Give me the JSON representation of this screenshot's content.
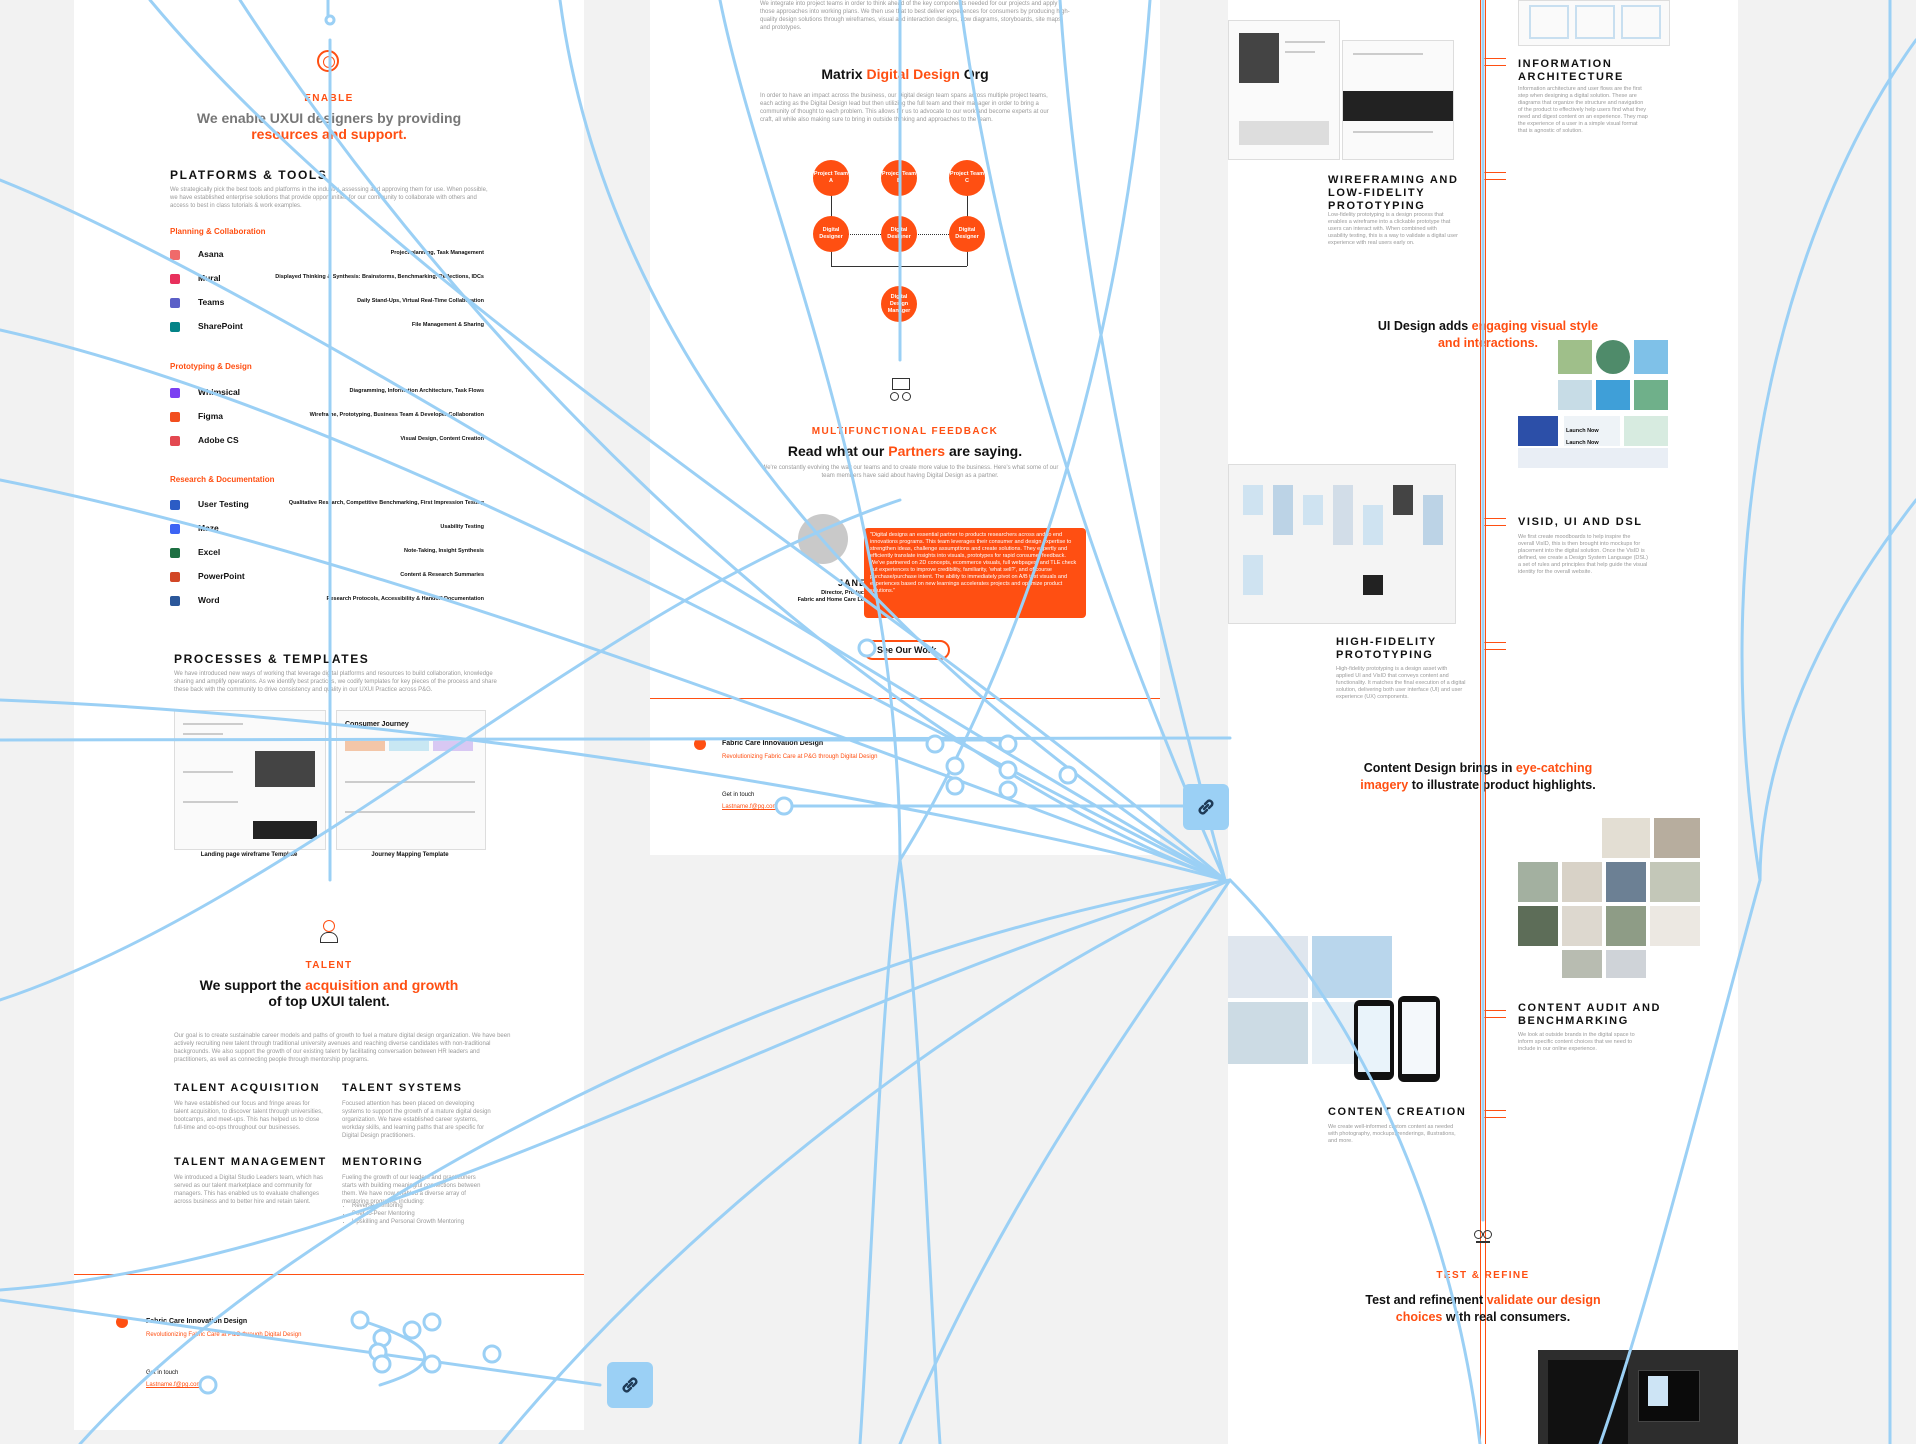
{
  "left_frame": {
    "enable": {
      "eyebrow": "ENABLE",
      "headline_a": "We enable UXUI designers by providing",
      "headline_b": "resources and support."
    },
    "platforms": {
      "title": "PLATFORMS & TOOLS",
      "desc": "We strategically pick the best tools and platforms in the industry, assessing and approving them for use. When possible, we have established enterprise solutions that provide opportunities for our community to collaborate with others and access to best in class tutorials & work examples.",
      "categories": [
        {
          "name": "Planning & Collaboration",
          "tools": [
            {
              "name": "Asana",
              "desc": "Project planning, Task Management",
              "color": "#f06a6a"
            },
            {
              "name": "Mural",
              "desc": "Displayed Thinking & Synthesis: Brainstorms, Benchmarking, Reflections, IDCs",
              "color": "#e8305c"
            },
            {
              "name": "Teams",
              "desc": "Daily Stand-Ups, Virtual Real-Time Collaboration",
              "color": "#5b5fc7"
            },
            {
              "name": "SharePoint",
              "desc": "File Management & Sharing",
              "color": "#038387"
            }
          ]
        },
        {
          "name": "Prototyping & Design",
          "tools": [
            {
              "name": "Whimsical",
              "desc": "Diagramming, Information Architecture, Task Flows",
              "color": "#7b3ff2"
            },
            {
              "name": "Figma",
              "desc": "Wireframe, Prototyping, Business Team & Developer Collaboration",
              "color": "#f24e1e"
            },
            {
              "name": "Adobe CS",
              "desc": "Visual Design, Content Creation",
              "color": "#e34850"
            }
          ]
        },
        {
          "name": "Research & Documentation",
          "tools": [
            {
              "name": "User Testing",
              "desc": "Qualitative Research, Competitive Benchmarking, First Impression Testing",
              "color": "#2c5cc5"
            },
            {
              "name": "Maze",
              "desc": "Usability Testing",
              "color": "#3c64f4"
            },
            {
              "name": "Excel",
              "desc": "Note-Taking, Insight Synthesis",
              "color": "#1d6f42"
            },
            {
              "name": "PowerPoint",
              "desc": "Content & Research Summaries",
              "color": "#d24726"
            },
            {
              "name": "Word",
              "desc": "Research Protocols, Accessibility & Handoff Documentation",
              "color": "#2b579a"
            }
          ]
        }
      ]
    },
    "processes": {
      "title": "PROCESSES & TEMPLATES",
      "desc": "We have introduced new ways of working that leverage digital platforms and resources to build collaboration, knowledge sharing and amplify operations. As we identify best practices, we codify templates for key pieces of the process and share these back with the community to drive consistency and quality in our UXUI Practice across P&G.",
      "template_a_label": "Landing page wireframe Template",
      "template_b_label": "Journey Mapping Template",
      "template_b_title": "Consumer Journey"
    },
    "talent": {
      "eyebrow": "TALENT",
      "headline_a": "We support the",
      "headline_hl": "acquisition and growth",
      "headline_b": "of top UXUI talent.",
      "desc": "Our goal is to create sustainable career models and paths of growth to fuel a mature digital design organization. We have been actively recruiting new talent through traditional university avenues and reaching diverse candidates with non-traditional backgrounds. We also support the growth of our existing talent by facilitating conversation between HR leaders and practitioners, as well as connecting people through mentorship programs.",
      "blocks": [
        {
          "title": "TALENT ACQUISITION",
          "desc": "We have established our focus and fringe areas for talent acquisition, to discover talent through universities, bootcamps, and meet-ups. This has helped us to close full-time and co-ops throughout our businesses."
        },
        {
          "title": "TALENT SYSTEMS",
          "desc": "Focused attention has been placed on developing systems to support the growth of a mature digital design organization. We have established career systems, workday skills, and learning paths that are specific for Digital Design practitioners."
        },
        {
          "title": "TALENT MANAGEMENT",
          "desc": "We introduced a Digital Studio Leaders team, which has served as our talent marketplace and community for managers. This has enabled us to evaluate challenges across business and to better hire and retain talent."
        },
        {
          "title": "MENTORING",
          "desc": "Fueling the growth of our leaders and practitioners starts with building meaningful connections between them. We have now enabled a diverse array of mentoring programs, including:",
          "list": [
            "Reverse Mentoring",
            "Peer-to-Peer Mentoring",
            "Upskilling and Personal Growth Mentoring"
          ]
        }
      ]
    },
    "footer": {
      "brand": "Fabric Care Innovation Design",
      "tagline": "Revolutionizing Fabric Care at P&G through Digital Design",
      "get_in_touch": "Get in touch",
      "email": "Lastname.f@pg.com"
    }
  },
  "middle_frame": {
    "top_desc": "We integrate into project teams in order to think ahead of the key components needed for our projects and apply those approaches into working plans. We then use that to best deliver experiences for consumers by producing high-quality design solutions through wireframes, visual and interaction designs, flow diagrams, storyboards, site maps, and prototypes.",
    "matrix_a": "Matrix",
    "matrix_hl": "Digital Design",
    "matrix_b": "Org",
    "matrix_desc": "In order to have an impact across the business, our Digital design team spans across multiple project teams, each acting as the Digital Design lead but then utilizing the full team and their manager in order to bring a community of thought to each problem. This allows for us to advocate to our work and become experts at our craft, all while also making sure to bring in outside thinking and approaches to the team.",
    "nodes_top": [
      "Project Team A",
      "Project Team B",
      "Project Team C"
    ],
    "nodes_mid": [
      "Digital Designer",
      "Digital Designer",
      "Digital Designer"
    ],
    "node_bottom": "Digital Design Manager",
    "feedback": {
      "eyebrow": "MULTIFUNCTIONAL FEEDBACK",
      "headline_a": "Read what our",
      "headline_hl": "Partners",
      "headline_b": "are saying.",
      "desc": "We're constantly evolving the way our teams and to create more value to the business. Here's what some of our team members have said about having Digital Design as a partner.",
      "person_name": "JANE DOE",
      "person_title": "Director, Product Research",
      "person_org": "Fabric and Home Care Learning Lab",
      "quote": "\"Digital designs an essential partner to products researchers across and to end innovations programs. This team leverages their consumer and design expertise to strengthen ideas, challenge assumptions and create solutions. They expertly and efficiently translate insights into visuals, prototypes for rapid consumer feedback. We've partnered on 2D concepts, ecommerce visuals, full webpages, and TLE check out experiences to improve credibility, familiarity, 'what sell?', and of course purchase/purchase intent. The ability to immediately pivot on A/B test visuals and experiences based on new learnings accelerates projects and optimize product solutions.\"",
      "button": "See Our Work"
    },
    "footer": {
      "brand": "Fabric Care Innovation Design",
      "tagline": "Revolutionizing Fabric Care at P&G through Digital Design",
      "get_in_touch": "Get in touch",
      "email": "Lastname.f@pg.com"
    }
  },
  "right_frame": {
    "wireframing": {
      "title": "WIREFRAMING AND LOW-FIDELITY PROTOTYPING",
      "desc": "Low-fidelity prototyping is a design process that enables a wireframe into a clickable prototype that users can interact with. When combined with usability testing, this is a way to validate a digital user experience with real users early on."
    },
    "info_arch": {
      "title": "INFORMATION ARCHITECTURE",
      "desc": "Information architecture and user flows are the first step when designing a digital solution. These are diagrams that organize the structure and navigation of the product to effectively help users find what they need and digest content on an experience. They map the experience of a user in a simple visual format that is agnostic of solution."
    },
    "ui_design": {
      "headline_a": "UI Design adds",
      "headline_hl": "engaging visual style and interactions."
    },
    "visid": {
      "title": "VISID, UI AND DSL",
      "desc": "We first create moodboards to help inspire the overall VisID, this is then brought into mockups for placement into the digital solution. Once the VisID is defined, we create a Design System Language (DSL) a set of rules and principles that help guide the visual identity for the overall website."
    },
    "hifi": {
      "title": "HIGH-FIDELITY PROTOTYPING",
      "desc": "High-fidelity prototyping is a design asset with applied UI and VisID that conveys content and functionality. It matches the final execution of a digital solution, delivering both user interface (UI) and user experience (UX) components."
    },
    "content_design": {
      "headline_a": "Content Design brings in",
      "headline_hl": "eye-catching imagery",
      "headline_b": "to illustrate product highlights."
    },
    "content_audit": {
      "title": "CONTENT AUDIT AND BENCHMARKING",
      "desc": "We look at outside brands in the digital space to inform specific content choices that we need to include in our online experience."
    },
    "content_creation": {
      "title": "CONTENT CREATION",
      "desc": "We create well-informed custom content as needed with photography, mockups, renderings, illustrations, and more."
    },
    "test": {
      "eyebrow": "TEST & REFINE",
      "headline_a": "Test and refinement",
      "headline_hl": "validate our design",
      "headline_hl2": "choices",
      "headline_b": "with real consumers."
    },
    "launch_a": "Launch Now",
    "launch_b": "Launch Now"
  },
  "colors": {
    "accent": "#ff4f12",
    "connector": "#9bd0f5",
    "canvas": "#f2f2f2"
  },
  "icons": [
    "fingerprint-icon",
    "talent-icon",
    "feedback-icon",
    "link-icon",
    "test-icon"
  ]
}
